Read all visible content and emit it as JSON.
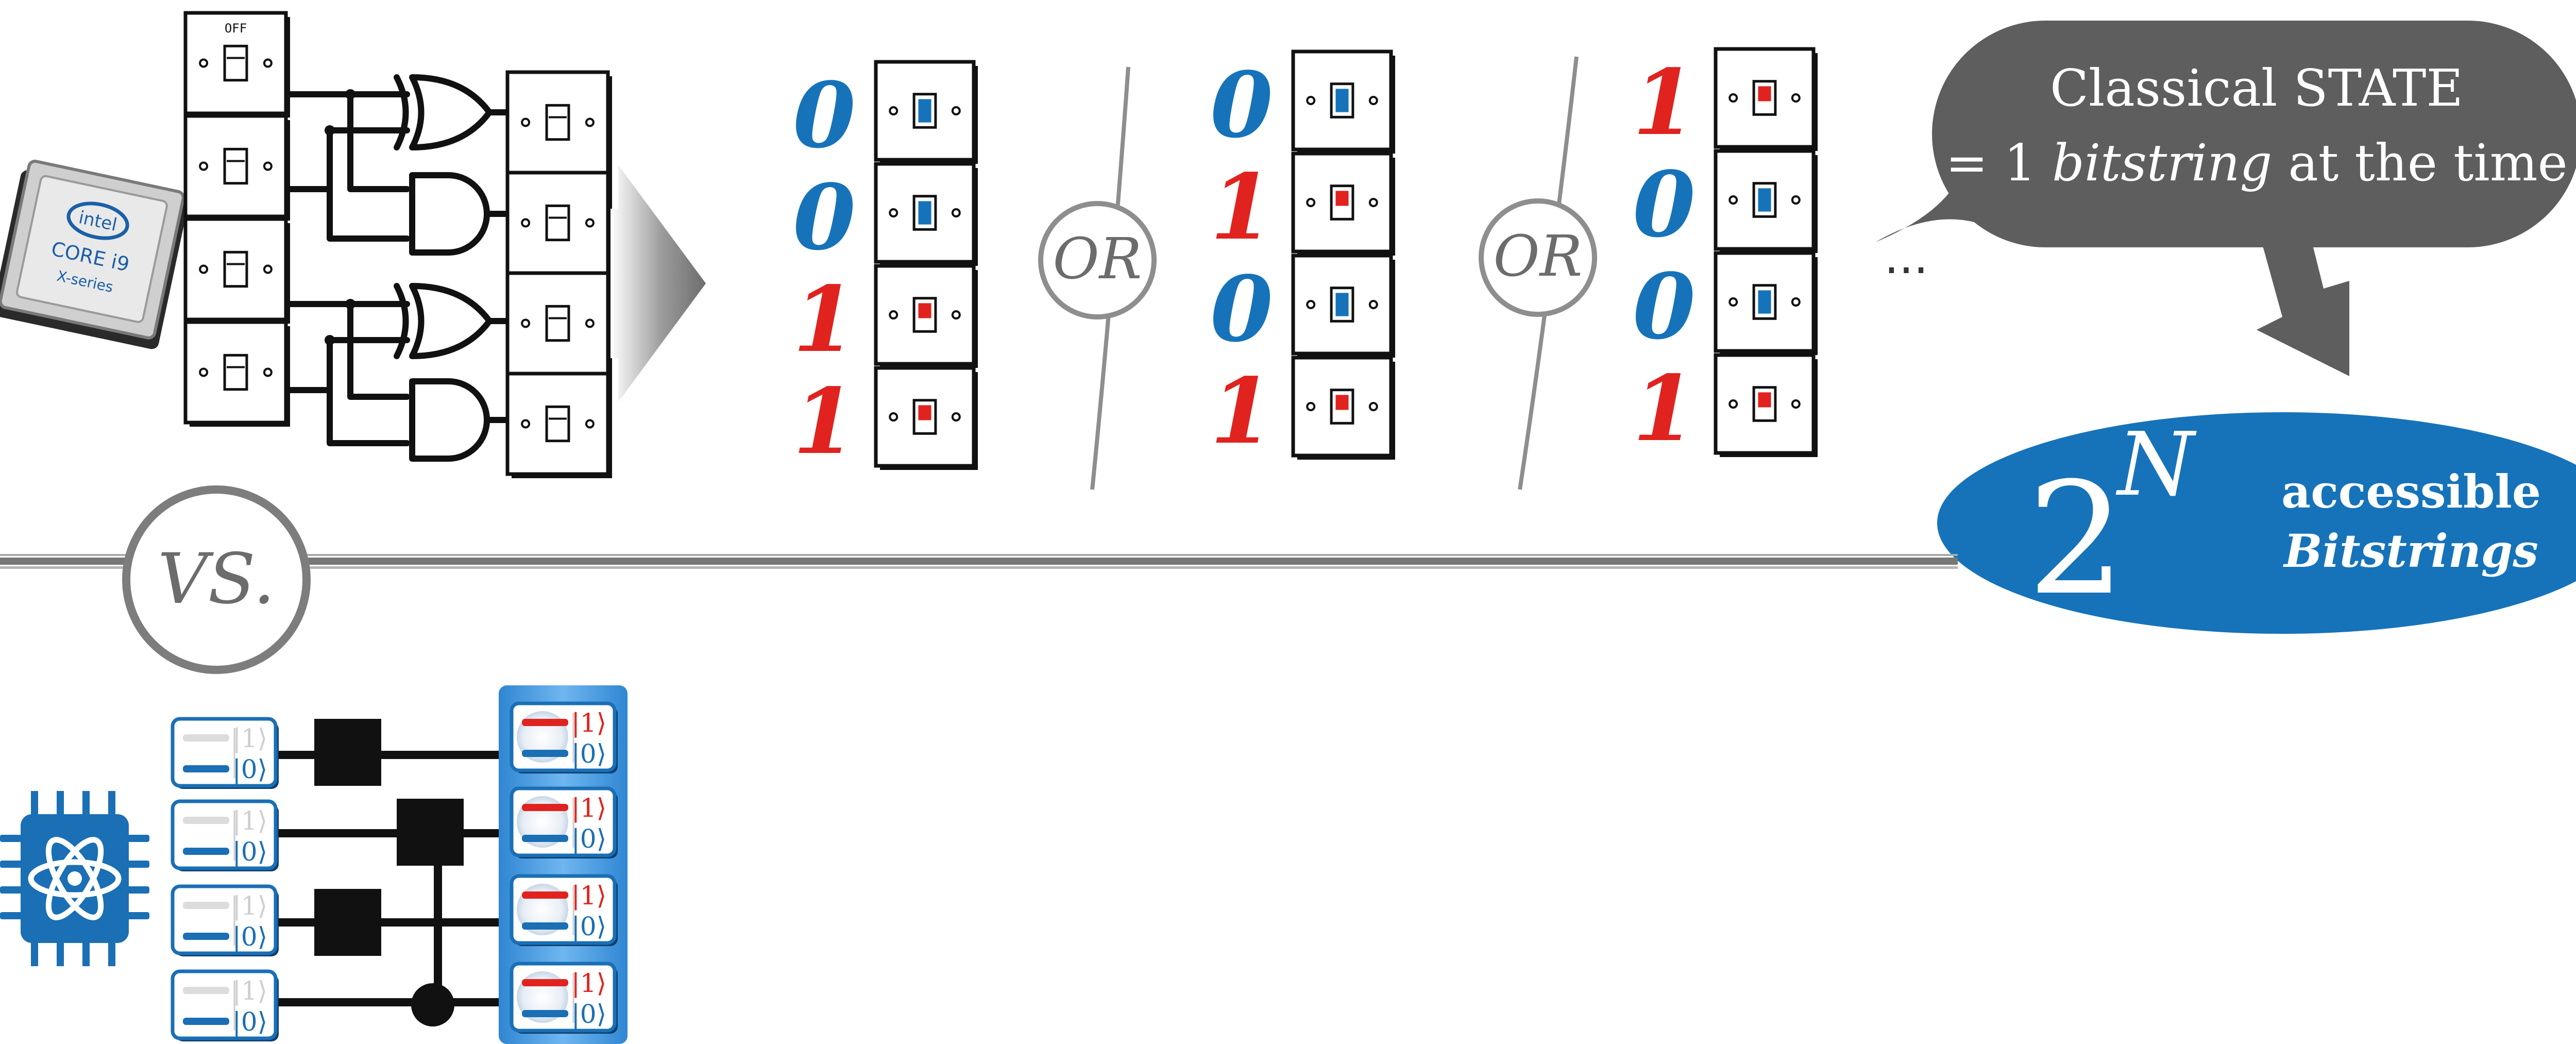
{
  "cpu": {
    "brand": "intel",
    "line1": "CORE i9",
    "line2": "X-series"
  },
  "switch_off_label": "OFF",
  "bitstrings": [
    {
      "bits": [
        "0",
        "0",
        "1",
        "1"
      ]
    },
    {
      "bits": [
        "0",
        "1",
        "0",
        "1"
      ]
    },
    {
      "bits": [
        "1",
        "0",
        "0",
        "1"
      ]
    }
  ],
  "or_label": "OR",
  "ellipsis": "...",
  "bubble": {
    "line1": "Classical STATE",
    "line2_prefix": "= 1 ",
    "line2_italic": "bitstring",
    "line2_suffix": " at the time"
  },
  "ellipse": {
    "base": "2",
    "exponent": "N",
    "line1": "accessible",
    "line2": "Bitstrings"
  },
  "vs_label": "VS.",
  "ket1": "|1⟩",
  "ket0": "|0⟩",
  "colors": {
    "blue": "#1673b9",
    "red": "#e0231f",
    "bubble": "#5a5a5a",
    "qubit_blue": "#1a6fb5",
    "output_panel": "#3a8fd6"
  }
}
